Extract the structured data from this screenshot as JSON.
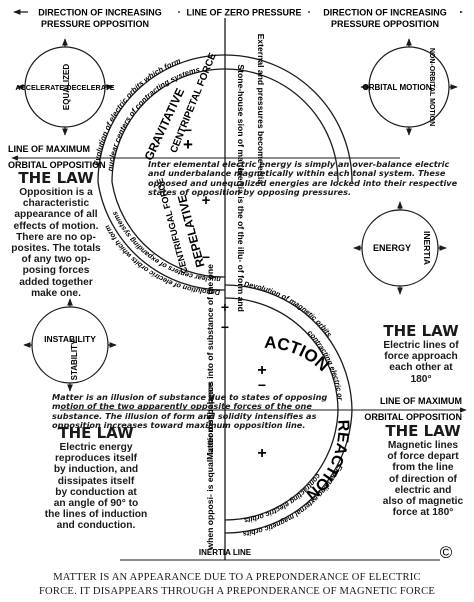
{
  "top": {
    "left_label": "DIRECTION OF INCREASING",
    "center_label": "LINE OF ZERO PRESSURE",
    "right_label": "DIRECTION OF INCREASING",
    "sub_left": "PRESSURE OPPOSITION",
    "sub_right": "PRESSURE OPPOSITION"
  },
  "compasses": {
    "top_left": {
      "horizontal": "ACCELERATE-DECELERATE",
      "vertical": "EQUALIZED"
    },
    "top_right": {
      "horizontal": "ORBITAL MOTION",
      "vertical": "NON-ORBITAL MOTION"
    },
    "mid_right": {
      "horizontal": "ENERGY",
      "vertical": "INERTIA"
    },
    "mid_left": {
      "horizontal": "INSTABILITY",
      "vertical": "STABILITY"
    }
  },
  "lines": {
    "max_left_1": "LINE OF MAXIMUM",
    "max_left_2": "ORBITAL OPPOSITION",
    "max_right_1": "LINE OF MAXIMUM",
    "max_right_2": "ORBITAL OPPOSITION",
    "inertia_line": "INERTIA LINE"
  },
  "arcs": {
    "upper_outer": "Evolution of electric orbits which form",
    "upper_inner": "nuclear centers of contracting systems",
    "upper_left_outer": "Devolution of electric orbits which form",
    "upper_left_inner": "nuclear centers of expanding systems",
    "lower_outer": "Devolution of magnetic orbits",
    "lower_inner": "contracting electric orbits.",
    "lower_bottom_1": "contracting electric orbits",
    "lower_bottom_2": "Expanding external magnetic orbits"
  },
  "hemispheres": {
    "upper_title_1": "GRAVITATIVE",
    "upper_title_2": "CENTRIPETAL FORCE",
    "left_title_1": "REPELATIVE",
    "left_title_2": "CENTRIFUGAL FORCE",
    "lower_title_1": "ACTION",
    "lower_title_2": "REACTION"
  },
  "columns": {
    "stone_house": "Stone-house sion of matter",
    "external": "External and pressures become ertia.",
    "inertia_illusion": "Inertia is the of the illu- of form and",
    "matter_disappears": "Matter disap- pears into of substance of the one",
    "when_opposite": "when opposi- is equal- ization of balance"
  },
  "paragraphs": {
    "inter_elemental": "Inter elemental electric energy is simply an over-balance electric and underbalance magnetically within each tonal system. These opposed and unequalized energies are locked into their respective states of opposition by opposing pressures.",
    "matter_illusion": "Matter is an illusion of substance due to states of opposing motion of the two apparently opposite forces of the one substance. The illusion of form and solidity intensifies as opposition increases toward maximum opposition line."
  },
  "laws": {
    "law1_title": "THE LAW",
    "law1_lines": [
      "Opposition is a",
      "characteristic",
      "appearance of all",
      "effects of motion.",
      "There are no op-",
      "posites. The totals",
      "of any two op-",
      "posing forces",
      "added together",
      "make one."
    ],
    "law2_title": "THE LAW",
    "law2_lines": [
      "Electric lines of",
      "force approach",
      "each other at",
      "180°"
    ],
    "law3_title": "THE LAW",
    "law3_lines": [
      "Electric energy",
      "reproduces itself",
      "by induction, and",
      "dissipates itself",
      "by conduction at",
      "an angle of 90° to",
      "the lines of induction",
      "and conduction."
    ],
    "law4_title": "THE LAW",
    "law4_lines": [
      "Magnetic lines",
      "of force depart",
      "from the line",
      "of direction of",
      "electric and",
      "also of magnetic",
      "force at 180°"
    ]
  },
  "signs": {
    "plus": "+",
    "minus": "−"
  },
  "copyright": "©",
  "caption": {
    "line1": "MATTER IS AN APPEARANCE DUE TO A PREPONDERANCE OF ELECTRIC",
    "line2": "FORCE.  IT DISAPPEARS THROUGH A PREPONDERANCE OF MAGNETIC FORCE"
  }
}
